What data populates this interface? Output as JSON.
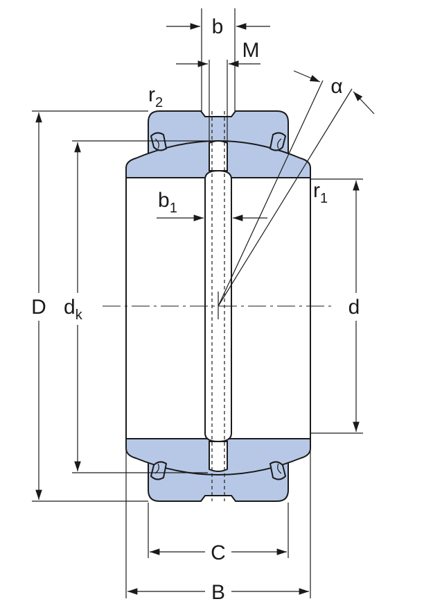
{
  "colors": {
    "part_fill": "#b7c8e6",
    "line": "#1a1a1a",
    "background": "#ffffff"
  },
  "labels": {
    "b": "b",
    "M": "M",
    "alpha": "α",
    "r2_base": "r",
    "r2_sub": "2",
    "r1_base": "r",
    "r1_sub": "1",
    "b1_base": "b",
    "b1_sub": "1",
    "D": "D",
    "dk_base": "d",
    "dk_sub": "k",
    "d": "d",
    "C": "C",
    "B": "B"
  }
}
